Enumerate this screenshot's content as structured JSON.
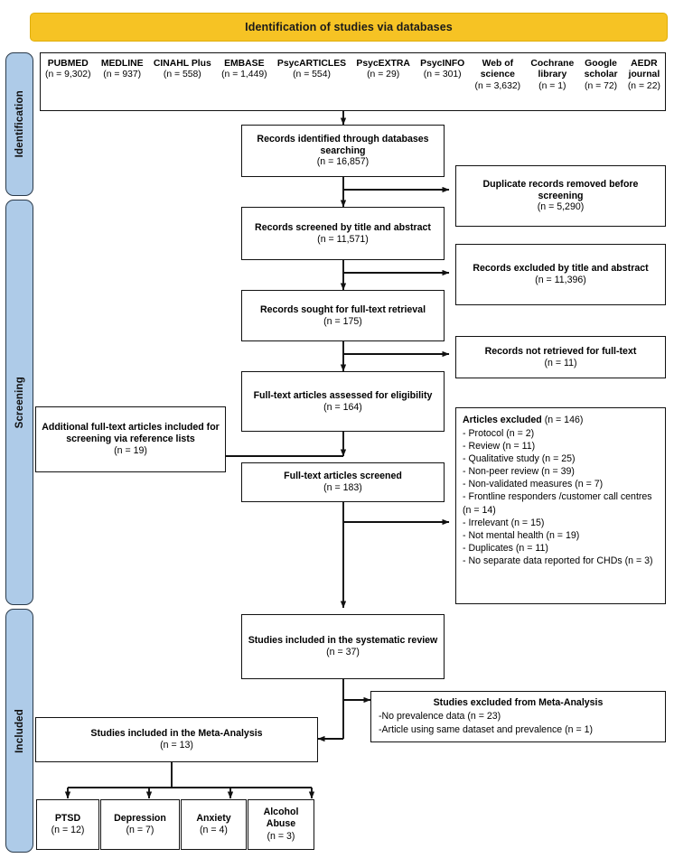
{
  "banner": {
    "title": "Identification of studies via databases"
  },
  "colors": {
    "accent": "#F6C324",
    "phase_bar": "#AECBE8",
    "line": "#111111"
  },
  "phases": [
    {
      "label": "Identification"
    },
    {
      "label": "Screening"
    },
    {
      "label": "Included"
    }
  ],
  "databases": [
    {
      "name": "PUBMED",
      "count": "(n = 9,302)"
    },
    {
      "name": "MEDLINE",
      "count": "(n = 937)"
    },
    {
      "name": "CINAHL Plus",
      "count": "(n = 558)"
    },
    {
      "name": "EMBASE",
      "count": "(n = 1,449)"
    },
    {
      "name": "PsycARTICLES",
      "count": "(n = 554)"
    },
    {
      "name": "PsycEXTRA",
      "count": "(n = 29)"
    },
    {
      "name": "PsycINFO",
      "count": "(n = 301)"
    },
    {
      "name": "Web of\nscience",
      "count": "(n = 3,632)"
    },
    {
      "name": "Cochrane\nlibrary",
      "count": "(n = 1)"
    },
    {
      "name": "Google\nscholar",
      "count": "(n = 72)"
    },
    {
      "name": "AEDR\njournal",
      "count": "(n = 22)"
    }
  ],
  "flow": {
    "identified": {
      "title": "Records identified through databases searching",
      "count": "(n = 16,857)"
    },
    "screened_title": {
      "title": "Records screened by title and abstract",
      "count": "(n = 11,571)"
    },
    "sought_fulltext": {
      "title": "Records sought for full-text retrieval",
      "count": "(n = 175)"
    },
    "assessed": {
      "title": "Full-text articles assessed for eligibility",
      "count": "(n = 164)"
    },
    "fulltext_screened": {
      "title": "Full-text articles screened",
      "count": "(n = 183)"
    },
    "systematic": {
      "title": "Studies included in the systematic review",
      "count": "(n = 37)"
    },
    "meta": {
      "title": "Studies included in the Meta-Analysis",
      "count": "(n = 13)"
    }
  },
  "side": {
    "additional": {
      "title": "Additional full-text articles included for screening via reference lists",
      "count": "(n = 19)"
    }
  },
  "excluded": {
    "duplicates": {
      "title": "Duplicate records removed before screening",
      "count": "(n = 5,290)"
    },
    "by_title": {
      "title": "Records excluded by title and abstract",
      "count": "(n = 11,396)"
    },
    "not_retrieved": {
      "title": "Records not retrieved for full-text",
      "count": "(n = 11)"
    },
    "articles": {
      "heading": "Articles excluded",
      "heading_count": "(n = 146)",
      "items": [
        "- Protocol (n = 2)",
        "- Review (n = 11)",
        "- Qualitative study (n = 25)",
        "- Non-peer review (n = 39)",
        "- Non-validated measures (n = 7)",
        "- Frontline responders /customer call centres (n = 14)",
        "- Irrelevant (n = 15)",
        "- Not mental health (n = 19)",
        "- Duplicates (n = 11)",
        "- No separate data reported for CHDs (n = 3)"
      ]
    },
    "meta_excluded": {
      "heading": "Studies excluded from Meta-Analysis",
      "items": [
        "-No prevalence data (n = 23)",
        "-Article using same dataset and prevalence (n = 1)"
      ]
    }
  },
  "outcomes": [
    {
      "title": "PTSD",
      "count": "(n = 12)"
    },
    {
      "title": "Depression",
      "count": "(n = 7)"
    },
    {
      "title": "Anxiety",
      "count": "(n = 4)"
    },
    {
      "title": "Alcohol Abuse",
      "count": "(n = 3)"
    }
  ]
}
